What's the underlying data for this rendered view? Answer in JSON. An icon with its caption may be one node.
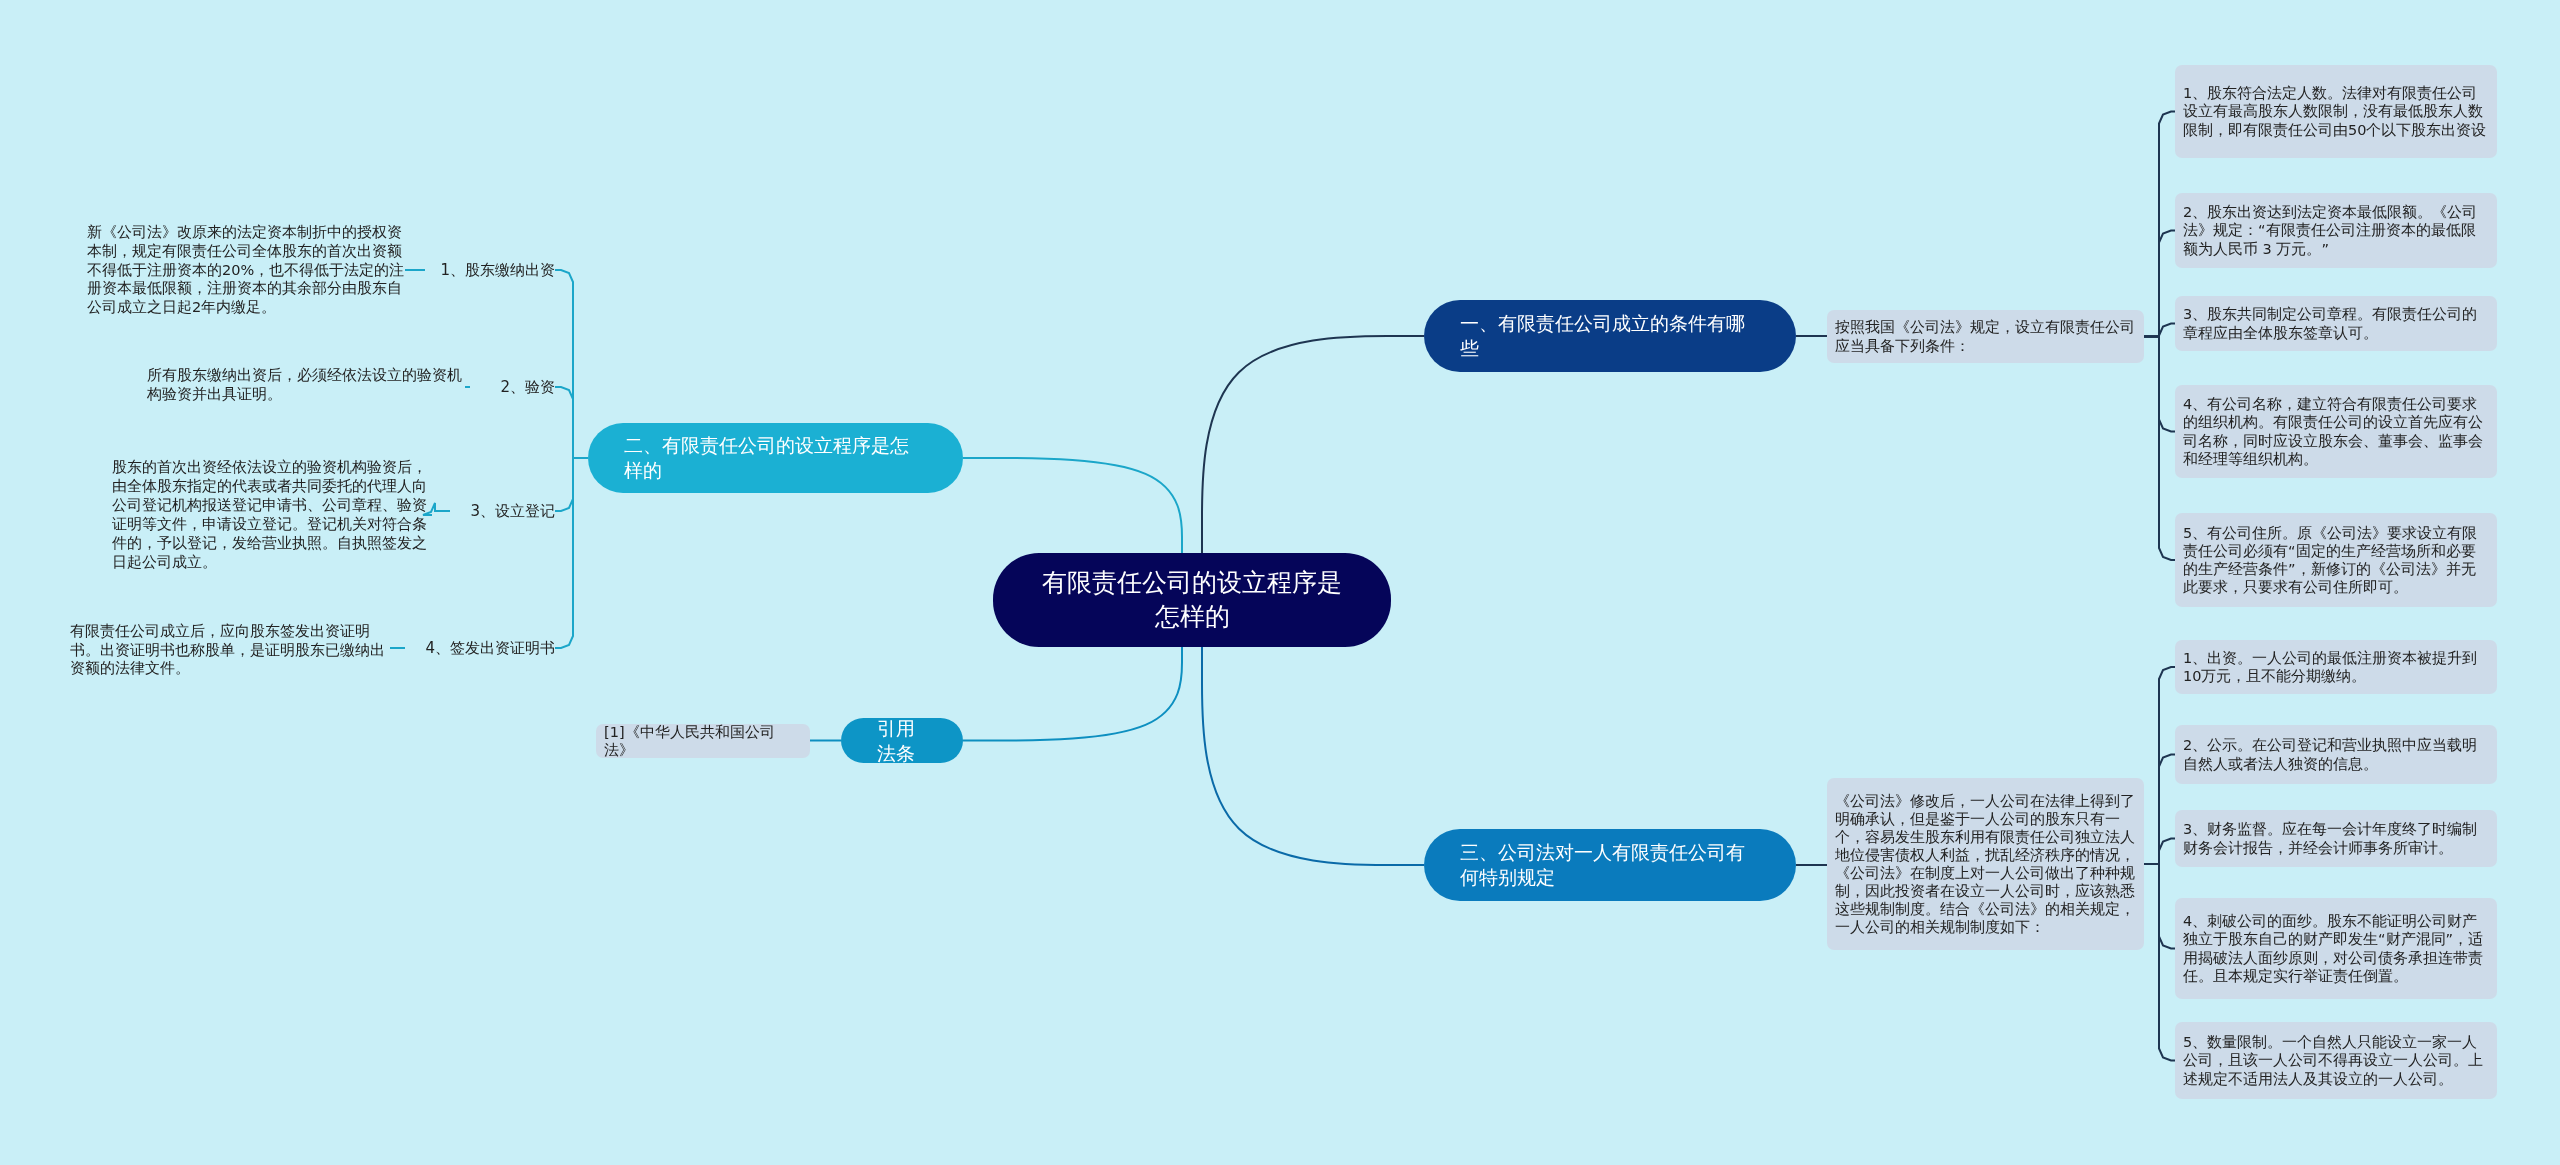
{
  "diagram": {
    "nodes": [
      {
        "text": [
          "有限责任公司的设立程序是怎样的"
        ]
      },
      {
        "text": [
          "一、有限责任公司成立的条件有哪些"
        ]
      },
      {
        "text": [
          "按照我国《公司法》规定，设立有限责任公司应当具备下列条件："
        ]
      },
      {
        "text": [
          "1、股东符合法定人数。法律对有限责任公司设立有最高股东人数限制，没有最低股东人数限制，即有限责任公司由50个以下股东出资设"
        ]
      },
      {
        "text": [
          "2、股东出资达到法定资本最低限额。《公司法》规定：“有限责任公司注册资本的最低限额为人民币 3 万元。”"
        ]
      },
      {
        "text": [
          "3、股东共同制定公司章程。有限责任公司的章程应由全体股东签章认可。"
        ]
      },
      {
        "text": [
          "4、有公司名称，建立符合有限责任公司要求的组织机构。有限责任公司的设立首先应有公司名称，同时应设立股东会、董事会、监事会和经理等组织机构。"
        ]
      },
      {
        "text": [
          "5、有公司住所。原《公司法》要求设立有限责任公司必须有“固定的生产经营场所和必要的生产经营条件”，新修订的《公司法》并无此要求，只要求有公司住所即可。"
        ]
      },
      {
        "text": [
          "三、公司法对一人有限责任公司有何特别规定"
        ]
      },
      {
        "text": [
          "《公司法》修改后，一人公司在法律上得到了明确承认，但是鉴于一人公司的股东只有一个，容易发生股东利用有限责任公司独立法人地位侵害债权人利益，扰乱经济秩序的情况，《公司法》在制度上对一人公司做出了种种规制，因此投资者在设立一人公司时，应该熟悉这些规制制度。结合《公司法》的相关规定，一人公司的相关规制制度如下："
        ]
      },
      {
        "text": [
          "1、出资。一人公司的最低注册资本被提升到10万元，且不能分期缴纳。"
        ]
      },
      {
        "text": [
          "2、公示。在公司登记和营业执照中应当载明自然人或者法人独资的信息。"
        ]
      },
      {
        "text": [
          "3、财务监督。应在每一会计年度终了时编制财务会计报告，并经会计师事务所审计。"
        ]
      },
      {
        "text": [
          "4、刺破公司的面纱。股东不能证明公司财产独立于股东自己的财产即发生“财产混同”，适用揭破法人面纱原则，对公司债务承担连带责任。且本规定实行举证责任倒置。"
        ]
      },
      {
        "text": [
          "5、数量限制。一个自然人只能设立一家一人公司，且该一人公司不得再设立一人公司。上述规定不适用法人及其设立的一人公司。"
        ]
      },
      {
        "text": [
          "二、有限责任公司的设立程序是怎样的"
        ]
      },
      {
        "text": [
          "1、股东缴纳出资"
        ]
      },
      {
        "text": [
          "2、验资"
        ]
      },
      {
        "text": [
          "3、设立登记"
        ]
      },
      {
        "text": [
          "4、签发出资证明书"
        ]
      },
      {
        "text": [
          "新《公司法》改原来的法定资本制折中的授权资本制，规定有限责任公司全体股东的首次出资额不得低于注册资本的20%，也不得低于法定的注册资本最低限额，注册资本的其余部分由股东自公司成立之日起2年内缴足。"
        ]
      },
      {
        "text": [
          "所有股东缴纳出资后，必须经依法设立的验资机构验资并出具证明。"
        ]
      },
      {
        "text": [
          "股东的首次出资经依法设立的验资机构验资后，由全体股东指定的代表或者共同委托的代理人向公司登记机构报送登记申请书、公司章程、验资证明等文件，申请设立登记。登记机关对符合条件的，予以登记，发给营业执照。自执照签发之日起公司成立。"
        ]
      },
      {
        "text": [
          "有限责任公司成立后，应向股东签发出资证明书。出资证明书也称股单，是证明股东已缴纳出资额的法律文件。"
        ]
      },
      {
        "text": [
          "引用法条"
        ]
      },
      {
        "text": [
          "[1]《中华人民共和国公司法》"
        ]
      }
    ],
    "edges": [
      {
        "from": 0,
        "to": 1,
        "arrow": "none"
      },
      {
        "from": 1,
        "to": 2,
        "arrow": "none"
      },
      {
        "from": 2,
        "to": 3,
        "arrow": "none"
      },
      {
        "from": 2,
        "to": 4,
        "arrow": "none"
      },
      {
        "from": 2,
        "to": 5,
        "arrow": "none"
      },
      {
        "from": 2,
        "to": 6,
        "arrow": "none"
      },
      {
        "from": 2,
        "to": 7,
        "arrow": "none"
      },
      {
        "from": 0,
        "to": 8,
        "arrow": "none",
        "color": "#0a6aa8"
      },
      {
        "from": 8,
        "to": 9,
        "arrow": "none"
      },
      {
        "from": 9,
        "to": 10,
        "arrow": "none"
      },
      {
        "from": 9,
        "to": 11,
        "arrow": "none"
      },
      {
        "from": 9,
        "to": 12,
        "arrow": "none"
      },
      {
        "from": 9,
        "to": 13,
        "arrow": "none"
      },
      {
        "from": 9,
        "to": 14,
        "arrow": "none"
      },
      {
        "from": 0,
        "to": 15,
        "arrow": "none",
        "color": "#1ba6c9"
      },
      {
        "from": 15,
        "to": 16,
        "arrow": "none",
        "color": "#1ba6c9"
      },
      {
        "from": 15,
        "to": 17,
        "arrow": "none",
        "color": "#1ba6c9"
      },
      {
        "from": 15,
        "to": 18,
        "arrow": "none",
        "color": "#1ba6c9"
      },
      {
        "from": 15,
        "to": 19,
        "arrow": "none",
        "color": "#1ba6c9"
      },
      {
        "from": 16,
        "to": 20,
        "arrow": "none",
        "color": "#1ba6c9"
      },
      {
        "from": 17,
        "to": 21,
        "arrow": "none",
        "color": "#1ba6c9"
      },
      {
        "from": 18,
        "to": 22,
        "arrow": "none",
        "color": "#1ba6c9"
      },
      {
        "from": 19,
        "to": 23,
        "arrow": "none",
        "color": "#1ba6c9"
      },
      {
        "from": 0,
        "to": 24,
        "arrow": "none",
        "color": "#0d8fc0"
      },
      {
        "from": 24,
        "to": 25,
        "arrow": "none",
        "color": "#0d8fc0"
      }
    ]
  }
}
